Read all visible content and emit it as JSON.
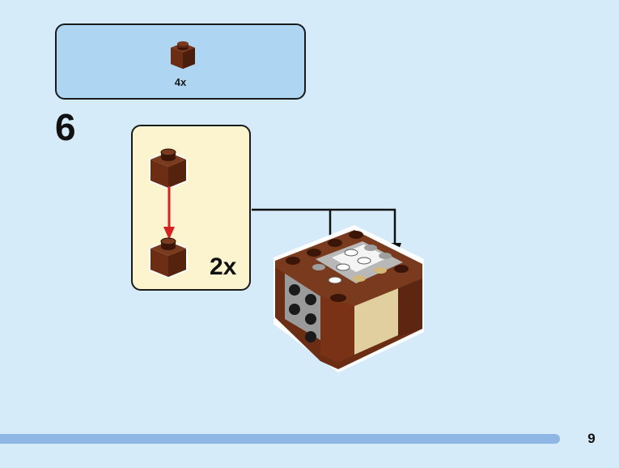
{
  "parts_list": {
    "quantity": "4x",
    "part_icon": "brick-1x1-reddish-brown-icon"
  },
  "step": {
    "number": "6",
    "sub_assembly": {
      "multiplier": "2x",
      "arrow_icon": "red-down-arrow-icon"
    }
  },
  "page": {
    "number": "9"
  },
  "colors": {
    "background": "#d6ebf9",
    "parts_box": "#aed5f1",
    "sub_box": "#fcf4cf",
    "brick": "#6b2d14",
    "arrow": "#d42222",
    "progress_bar": "#8eb7e6"
  }
}
